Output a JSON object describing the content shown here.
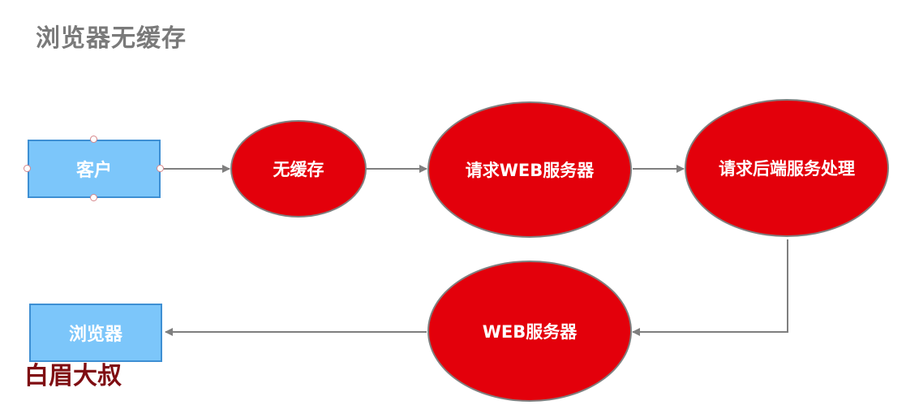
{
  "title": "浏览器无缓存",
  "diagram": {
    "nodes": {
      "client": "客户",
      "no_cache": "无缓存",
      "request_web_server": "请求WEB服务器",
      "request_backend": "请求后端服务处理",
      "web_server": "WEB服务器",
      "browser": "浏览器"
    },
    "colors": {
      "rect_fill": "#7cc6fa",
      "ellipse_fill": "#e3000b",
      "connector": "#7f7f7f"
    }
  },
  "watermark": "白眉大叔"
}
